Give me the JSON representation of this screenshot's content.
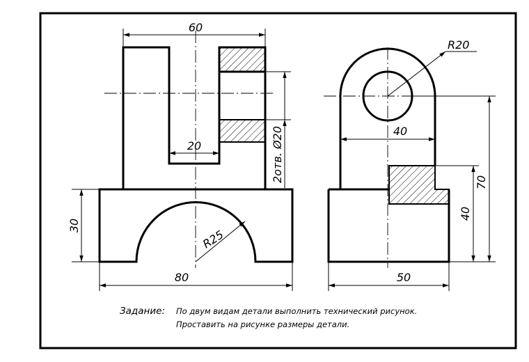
{
  "front_view": {
    "dim_width_top": "60",
    "dim_slot": "20",
    "dim_holes": "2отв. Ø20",
    "dim_base_height": "30",
    "dim_radius": "R25",
    "dim_base_width": "80"
  },
  "side_view": {
    "dim_radius": "R20",
    "dim_hole_span": "40",
    "dim_height_total": "70",
    "dim_height_base": "40",
    "dim_width": "50"
  },
  "task": {
    "label": "Задание:",
    "line1": "По двум видам детали выполнить технический рисунок.",
    "line2": "Проставить на рисунке размеры детали."
  }
}
